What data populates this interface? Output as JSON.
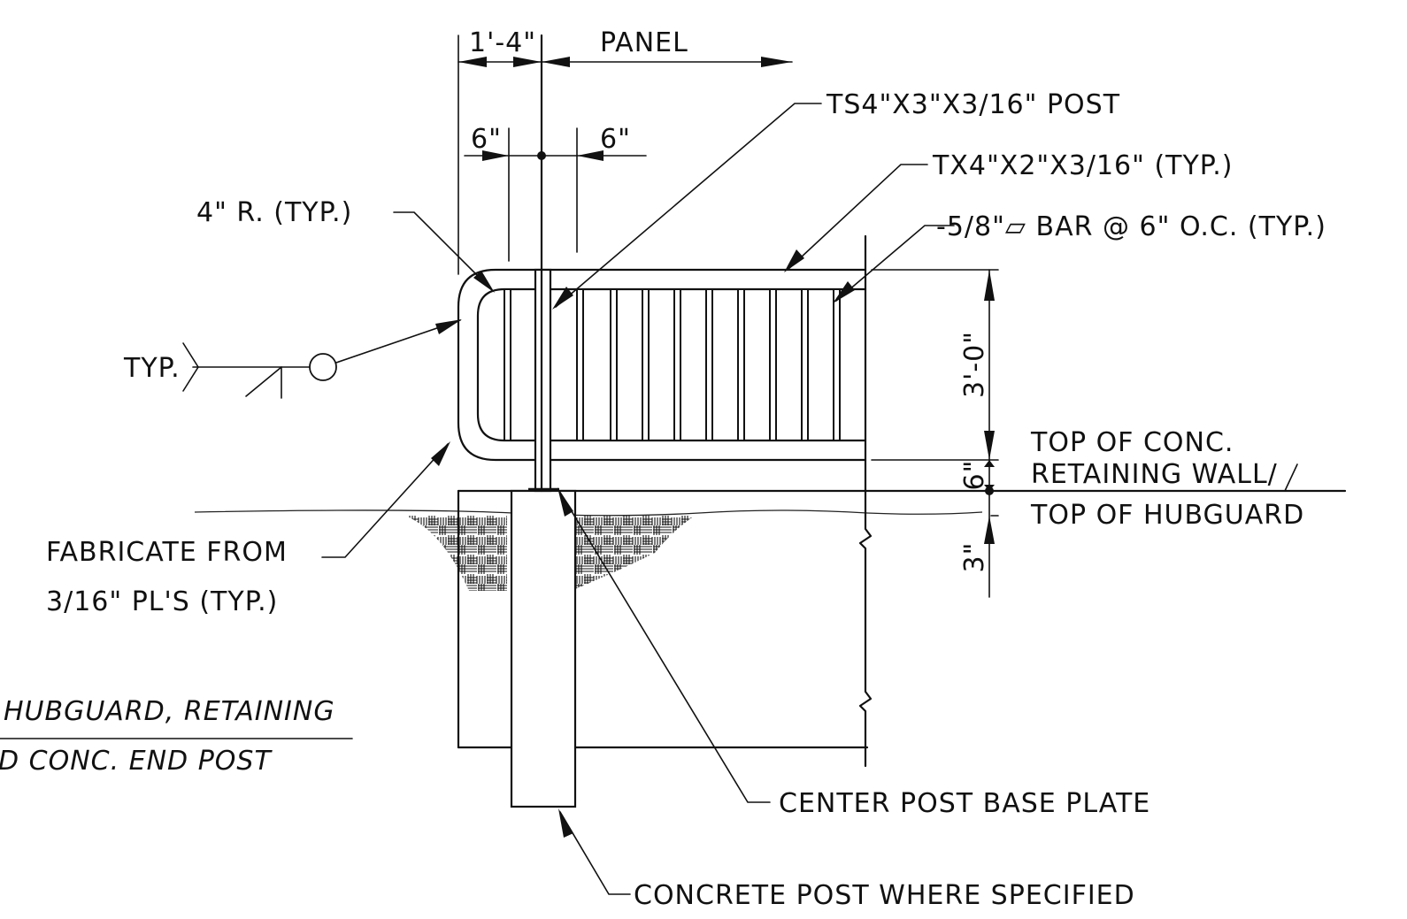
{
  "labels": {
    "dim_end": "1'-4\"",
    "dim_panel": "PANEL",
    "dim_6_left": "6\"",
    "dim_6_right": "6\"",
    "post": "TS4\"X3\"X3/16\" POST",
    "rail": "TX4\"X2\"X3/16\" (TYP.)",
    "bar": "-5/8\"▱ BAR @ 6\" O.C. (TYP.)",
    "radius": "4\" R. (TYP.)",
    "weld": "TYP.",
    "dim_3_0": "3'-0\"",
    "dim_6_vert": "6\"",
    "dim_3_vert": "3\"",
    "top_conc_1": "TOP OF CONC.",
    "top_conc_2": "RETAINING WALL/",
    "top_hub": "TOP OF HUBGUARD",
    "fabricate_1": "FABRICATE FROM",
    "fabricate_2": "3/16\" PL'S (TYP.)",
    "title_1": "HUBGUARD, RETAINING",
    "title_2": "D CONC. END POST",
    "base_plate": "CENTER POST BASE PLATE",
    "concrete_post": "CONCRETE POST WHERE SPECIFIED"
  }
}
